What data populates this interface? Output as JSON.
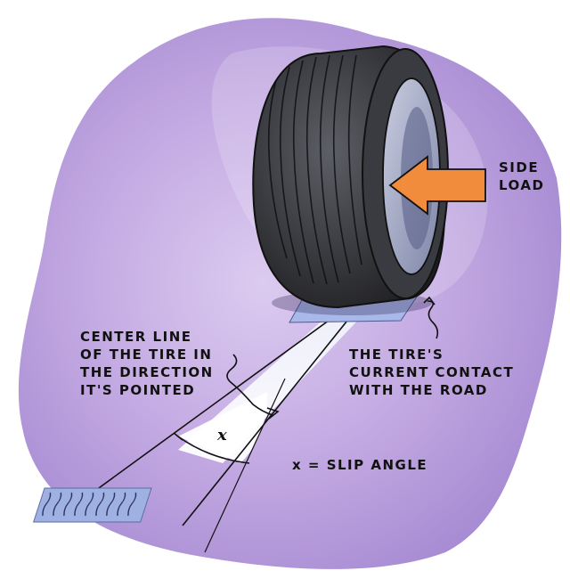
{
  "labels": {
    "side_load": [
      "SIDE",
      "LOAD"
    ],
    "center_line": [
      "CENTER LINE",
      "OF THE TIRE IN",
      "THE DIRECTION",
      "IT'S POINTED"
    ],
    "contact": [
      "THE TIRE'S",
      "CURRENT CONTACT",
      "WITH THE ROAD"
    ],
    "angle_symbol": "x",
    "slip_angle_legend": "x = SLIP ANGLE"
  },
  "colors": {
    "background_wash": "#b59ad9",
    "background_wash_light": "#d9c3ee",
    "tire_dark": "#2b2b2e",
    "tire_mid": "#55565c",
    "tire_rim": "#9aa0b8",
    "arrow": "#f08c3c",
    "contact_patch": "#a8b8e8",
    "ink": "#111111"
  },
  "icons": {
    "tire": "tire-illustration",
    "arrow": "side-load-arrow",
    "patch": "tread-mark-patch"
  }
}
